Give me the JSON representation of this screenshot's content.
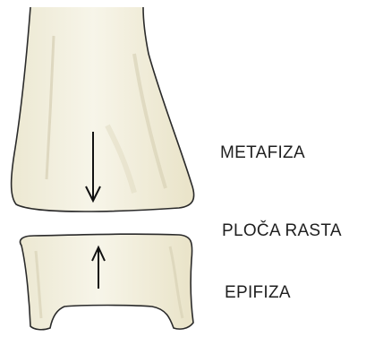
{
  "labels": {
    "metaphysis": "METAFIZA",
    "growth_plate": "PLOČA RASTA",
    "epiphysis": "EPIFIZA"
  },
  "colors": {
    "bone_fill": "#f3f0df",
    "bone_outline": "#2a2a2a",
    "shading": "#d6cfb3",
    "arrow": "#111111"
  },
  "arrows": {
    "metaphysis": "down",
    "epiphysis": "up"
  }
}
